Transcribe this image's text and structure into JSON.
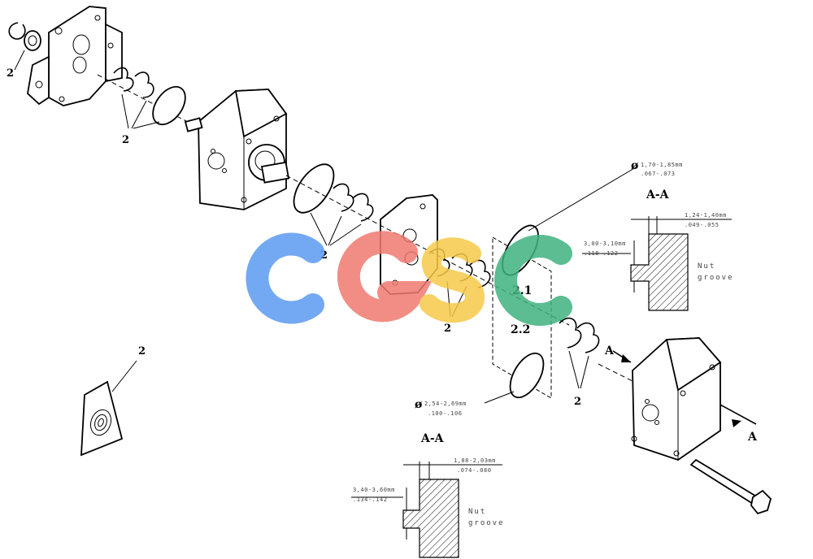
{
  "labels": {
    "part_2": "2",
    "detail_21": "2.1",
    "detail_22": "2.2",
    "section_upper": "A-A",
    "section_lower": "A-A",
    "arrow_a_top": "A",
    "arrow_a_bottom": "A"
  },
  "dimensions": {
    "oring_21_dia_mm": "1,70-1,85mm",
    "oring_21_dia_in": ".067-.073",
    "oring_22_dia_mm": "2,54-2,69mm",
    "oring_22_dia_in": ".100-.106",
    "groove_upper_width_mm": "1,24-1,40mm",
    "groove_upper_width_in": ".049-.055",
    "groove_upper_depth_mm": "3,00-3,10mm",
    "groove_upper_depth_in": ".118-.122",
    "groove_lower_width_mm": "1,88-2,03mm",
    "groove_lower_width_in": ".074-.080",
    "groove_lower_depth_mm": "3,40-3,60mm",
    "groove_lower_depth_in": ".134-.142"
  },
  "notes": {
    "nut_upper": "Nut",
    "groove_upper": "groove",
    "nut_lower": "Nut",
    "groove_lower": "groove"
  },
  "symbols": {
    "diameter": "ø"
  },
  "watermark": {
    "letters": [
      "C",
      "G",
      "S",
      "C"
    ],
    "colors": [
      "#5b9bf0",
      "#f07a70",
      "#f7c94a",
      "#3fb27f"
    ]
  }
}
